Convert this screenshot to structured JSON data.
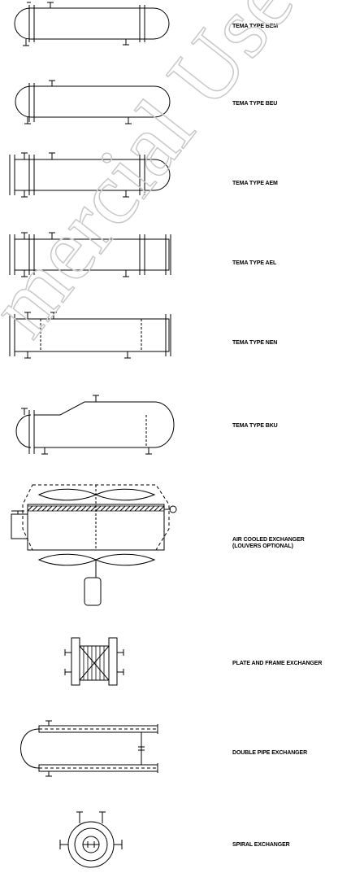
{
  "watermark": "mercial Use",
  "labels": {
    "bem": "TEMA TYPE BEM",
    "beu": "TEMA TYPE BEU",
    "aem": "TEMA TYPE AEM",
    "ael": "TEMA TYPE AEL",
    "nen": "TEMA TYPE NEN",
    "bku": "TEMA TYPE BKU",
    "air": "AIR COOLED EXCHANGER\n(LOUVERS OPTIONAL)",
    "plate": "PLATE AND FRAME EXCHANGER",
    "double": "DOUBLE PIPE EXCHANGER",
    "spiral": "SPIRAL EXCHANGER"
  },
  "colors": {
    "line": "#000000",
    "watermark": "#c8c8c8"
  }
}
